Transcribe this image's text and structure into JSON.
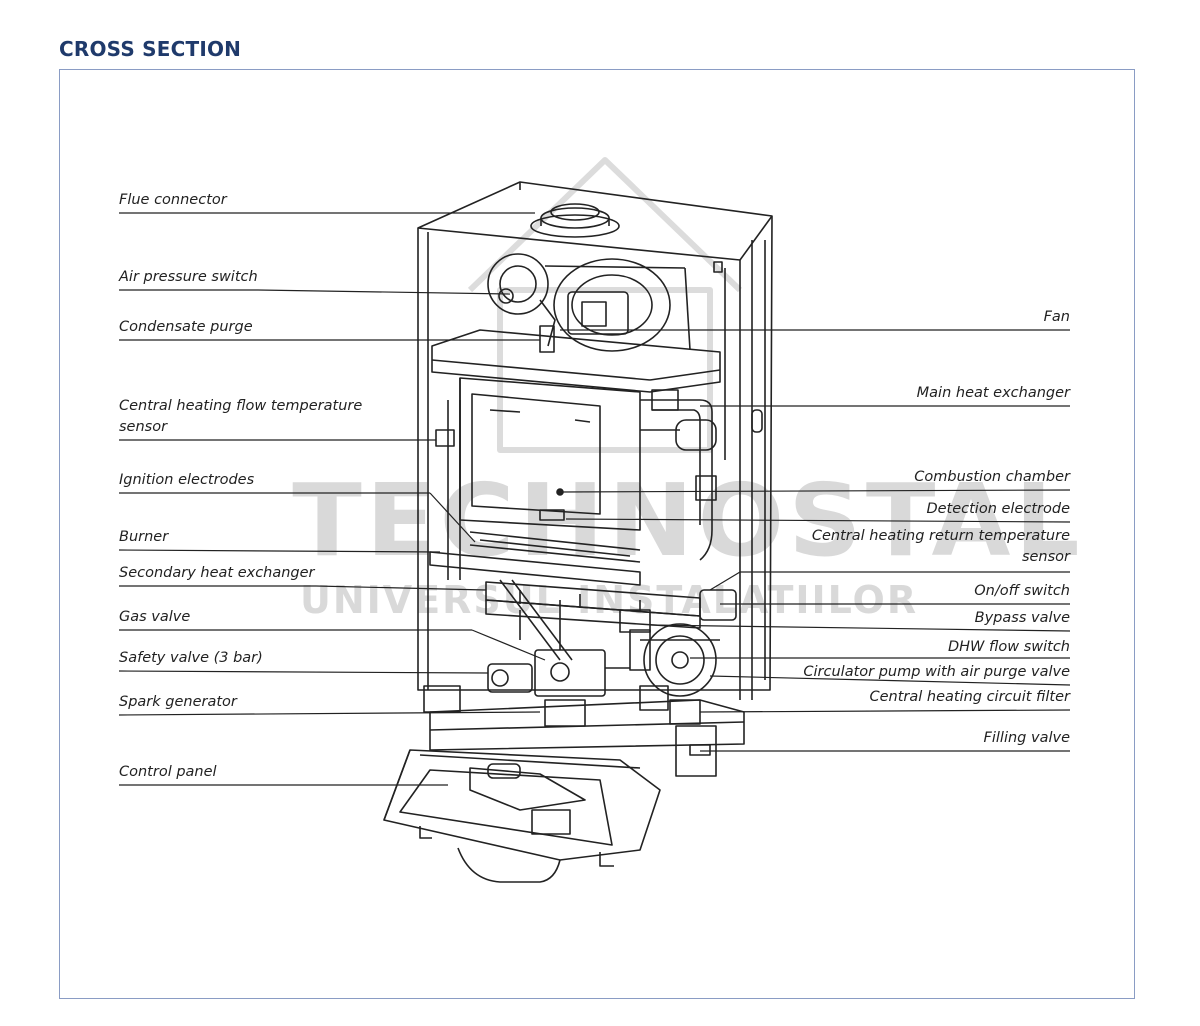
{
  "heading": "CROSS SECTION",
  "watermark": {
    "line1": "TECHNOSTAL",
    "line2": "UNIVERSUL INSTALATIILOR"
  },
  "labels_left": [
    "Flue connector",
    "Air pressure switch",
    "Condensate purge",
    "Central heating flow temperature sensor",
    "Ignition electrodes",
    "Burner",
    "Secondary heat exchanger",
    "Gas valve",
    "Safety valve (3 bar)",
    "Spark generator",
    "Control panel"
  ],
  "labels_right": [
    "Fan",
    "Main heat exchanger",
    "Combustion chamber",
    "Detection electrode",
    "Central heating return temperature sensor",
    "On/off switch",
    "Bypass valve",
    "DHW flow switch",
    "Circulator pump with air purge valve",
    "Central heating circuit filter",
    "Filling valve"
  ],
  "colors": {
    "heading": "#1f3a6b",
    "frame": "#8a9cc4",
    "line": "#222222",
    "watermark": "#d9d9d9"
  }
}
